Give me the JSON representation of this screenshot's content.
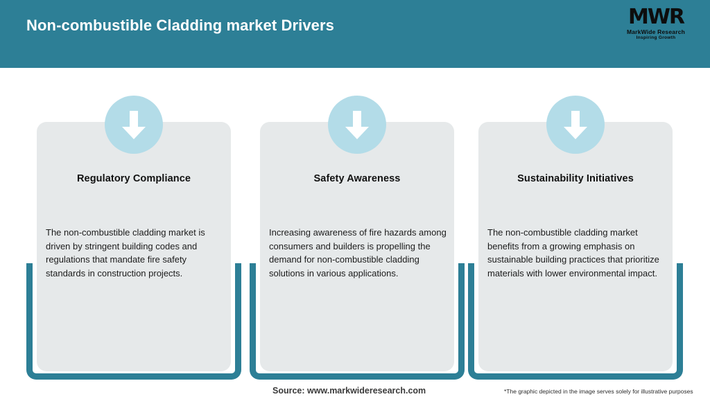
{
  "header": {
    "title": "Non-combustible Cladding market Drivers",
    "bar_color": "#2d7f96",
    "title_color": "#ffffff"
  },
  "logo": {
    "mark": "MWR",
    "name": "MarkWide Research",
    "tagline": "Inspiring Growth"
  },
  "theme": {
    "accent": "#2d7f96",
    "card_bg": "#e6e9ea",
    "icon_circle": "#b3dce8",
    "arrow": "#ffffff",
    "page_bg": "#ffffff"
  },
  "cards": [
    {
      "icon": "arrow-down-icon",
      "title": "Regulatory Compliance",
      "body": "The non-combustible cladding market is driven by stringent building codes and regulations that mandate fire safety standards in construction projects."
    },
    {
      "icon": "arrow-down-icon",
      "title": "Safety Awareness",
      "body": "Increasing awareness of fire hazards among consumers and builders is propelling the demand for non-combustible cladding solutions in various applications."
    },
    {
      "icon": "arrow-down-icon",
      "title": "Sustainability Initiatives",
      "body": "The non-combustible cladding market benefits from a growing emphasis on sustainable building practices that prioritize materials with lower environmental impact."
    }
  ],
  "footer": {
    "source": "Source: www.markwideresearch.com",
    "disclaimer": "*The graphic depicted in the image serves solely for illustrative purposes"
  }
}
